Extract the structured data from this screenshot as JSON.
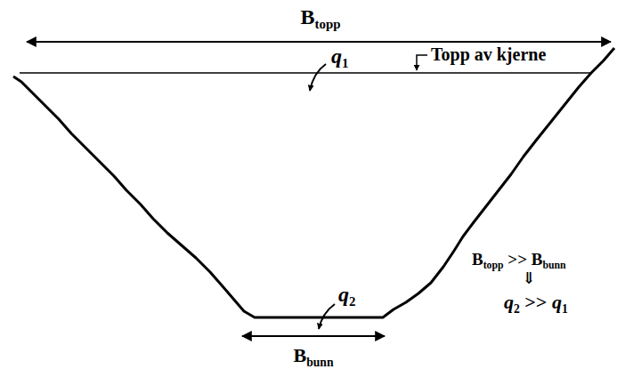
{
  "diagram": {
    "labels": [
      "Btopp",
      "q1",
      "Topp av kjerne",
      "q2",
      "Bbunn",
      "Btopp >> Bbunn",
      "⇓",
      "q2 >> q1"
    ]
  }
}
